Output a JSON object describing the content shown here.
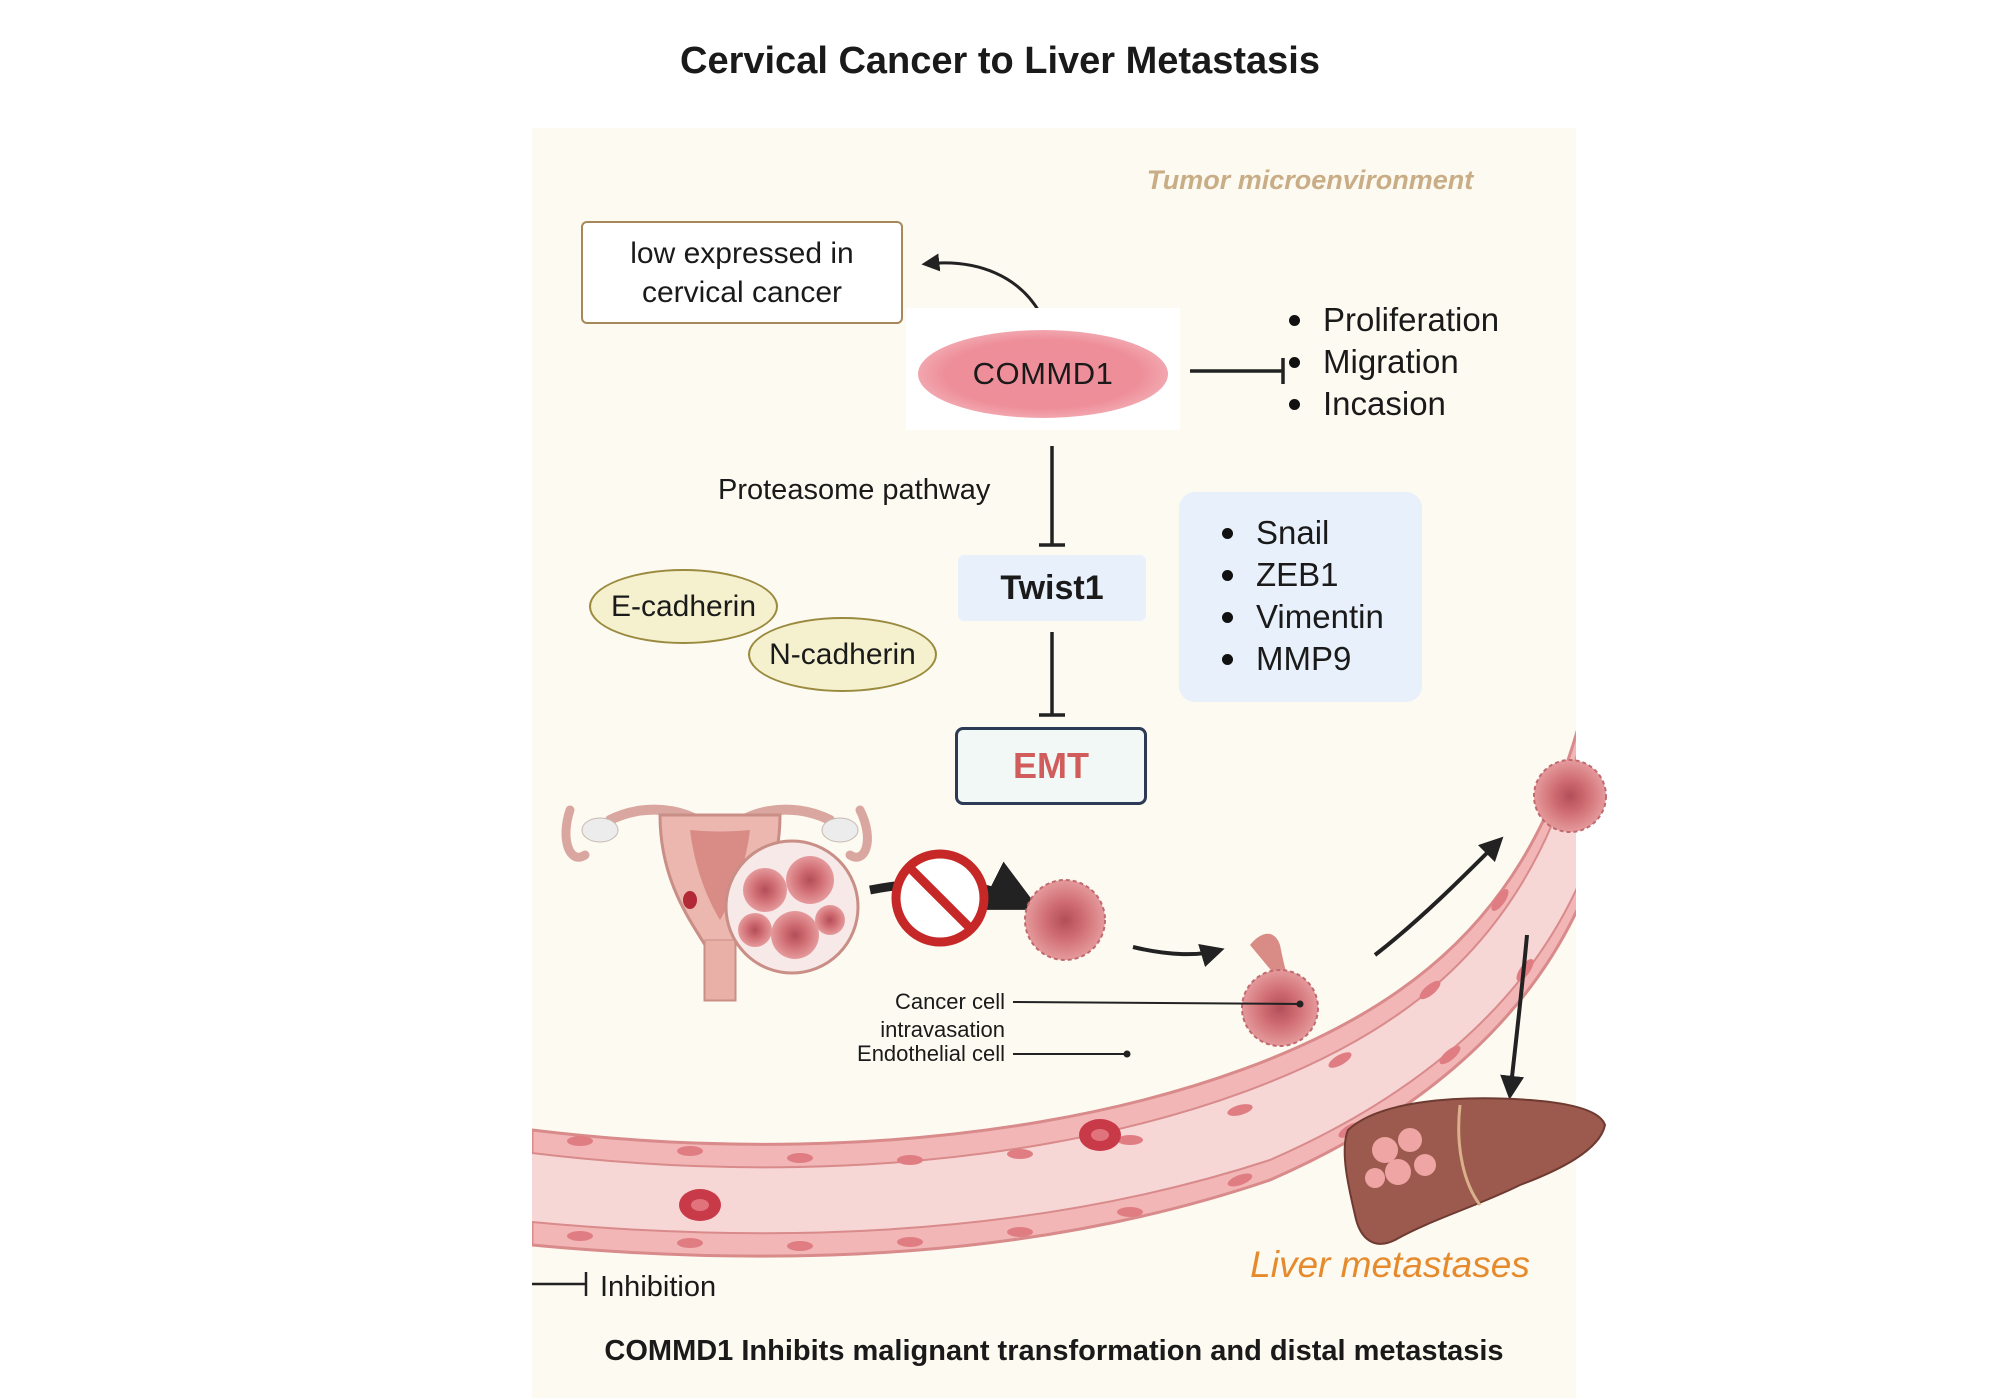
{
  "title": "Cervical Cancer to Liver Metastasis",
  "region_label": "Tumor microenvironment",
  "expression_note": "low expressed in cervical cancer",
  "gene": "COMMD1",
  "inhibited_processes": [
    "Proliferation",
    "Migration",
    "Incasion"
  ],
  "pathway_label": "Proteasome pathway",
  "target": "Twist1",
  "outcome": "EMT",
  "emt_markers": [
    "Snail",
    "ZEB1",
    "Vimentin",
    "MMP9"
  ],
  "adhesion_molecules": [
    "E-cadherin",
    "N-cadherin"
  ],
  "annotations": {
    "intravasation": "Cancer cell intravasation",
    "endothelial": "Endothelial cell"
  },
  "organ_label": "Liver metastases",
  "legend": {
    "inhibition": "Inhibition"
  },
  "caption": "COMMD1 Inhibits malignant transformation and distal metastasis",
  "colors": {
    "panel_bg": "#fdfaf1",
    "commd1_oval": "#ee8e99",
    "twist_box": "#e8f0fb",
    "emt_text": "#d05c5c",
    "vessel": "#f0c4c4",
    "cancer_cell": "#d77b7b",
    "liver": "#9c5a4e",
    "organ_label": "#e58b2d"
  },
  "icons": [
    "uterus-icon",
    "tumor-magnifier-icon",
    "prohibition-icon",
    "cancer-cell-icon",
    "blood-vessel-icon",
    "red-blood-cell-icon",
    "liver-icon"
  ]
}
